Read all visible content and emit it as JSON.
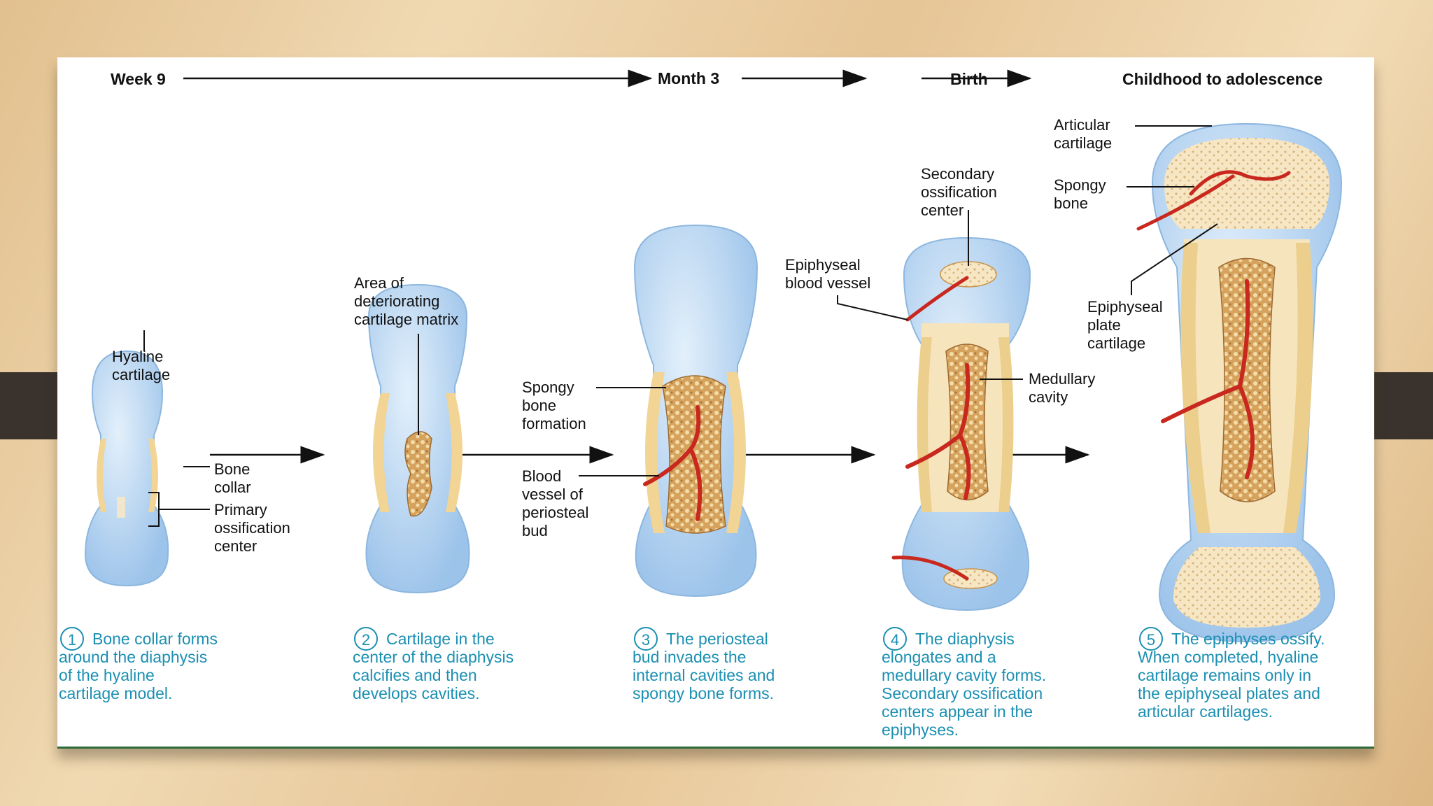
{
  "timeline": {
    "t1": "Week 9",
    "t2": "Month 3",
    "t3": "Birth",
    "t4": "Childhood to adolescence"
  },
  "labels": {
    "hyaline": "Hyaline\ncartilage",
    "bone_collar": "Bone\ncollar",
    "primary_ossification": "Primary\nossification\ncenter",
    "deteriorating": "Area of\ndeteriorating\ncartilage matrix",
    "spongy_formation": "Spongy\nbone\nformation",
    "blood_vessel_bud": "Blood\nvessel of\nperiosteal\nbud",
    "secondary_ossification": "Secondary\nossification\ncenter",
    "epiphyseal_vessel": "Epiphyseal\nblood vessel",
    "medullary": "Medullary\ncavity",
    "articular": "Articular\ncartilage",
    "spongy_bone": "Spongy\nbone",
    "epiphyseal_plate": "Epiphyseal\nplate\ncartilage"
  },
  "steps": [
    {
      "num": "1",
      "text": "Bone collar forms\naround the diaphysis\nof the hyaline\ncartilage model."
    },
    {
      "num": "2",
      "text": "Cartilage in the\ncenter of the diaphysis\ncalcifies and then\ndevelops cavities."
    },
    {
      "num": "3",
      "text": "The periosteal\nbud invades the\ninternal cavities and\nspongy bone forms."
    },
    {
      "num": "4",
      "text": "The diaphysis\nelongates and a\nmedullary cavity forms.\nSecondary ossification\ncenters appear in the\nepiphyses."
    },
    {
      "num": "5",
      "text": "The epiphyses ossify.\nWhen completed, hyaline\ncartilage remains only in\nthe epiphyseal plates and\narticular cartilages."
    }
  ],
  "colors": {
    "cartilage": "#b8d6f2",
    "bone": "#f2dca4",
    "vessel": "#c8281e",
    "spongy": "#c9924a",
    "caption": "#1b8fb2"
  }
}
